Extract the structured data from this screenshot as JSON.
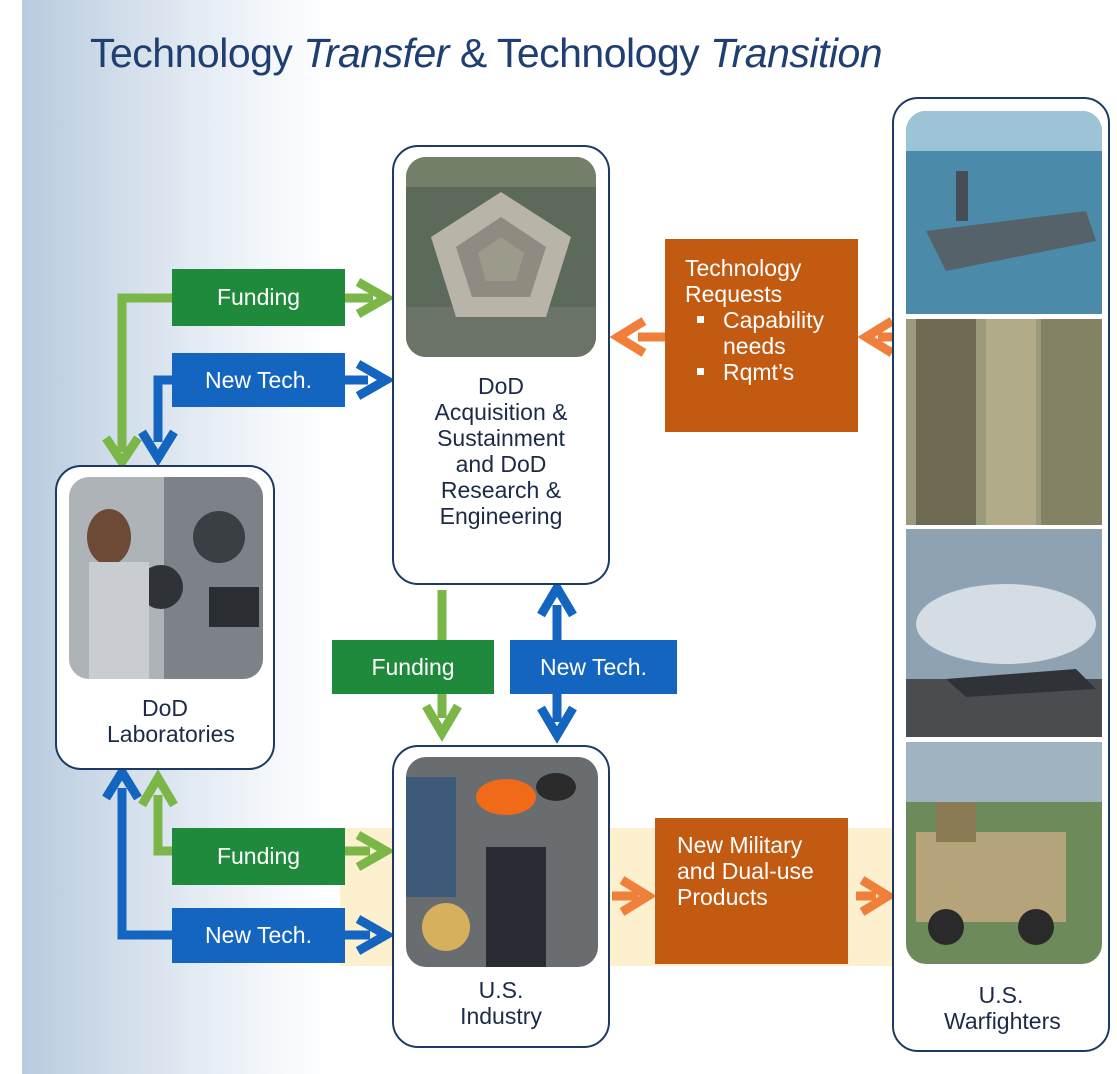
{
  "title": {
    "part1": "Technology ",
    "part2": "Transfer",
    "part3": " & Technology ",
    "part4": "Transition"
  },
  "nodes": {
    "dod_acquisition": "DoD Acquisition & Sustainment and DoD Research & Engineering",
    "dod_laboratories": "DoD Laboratories",
    "us_industry": "U.S. Industry",
    "us_warfighters": "U.S. Warfighters"
  },
  "labels": {
    "funding_top": "Funding",
    "newtech_top": "New Tech.",
    "funding_mid": "Funding",
    "newtech_mid": "New Tech.",
    "funding_bottom": "Funding",
    "newtech_bottom": "New Tech."
  },
  "requests": {
    "title": "Technology Requests",
    "items": [
      "Capability needs",
      "Rqmt’s"
    ]
  },
  "products": "New Military and Dual-use Products",
  "colors": {
    "funding": "#7ab648",
    "funding_label": "#1f8a3c",
    "new_tech": "#1465c0",
    "request": "#f07f3c",
    "request_box": "#c25a12",
    "border": "#1c3a64",
    "title": "#1f3f72"
  }
}
